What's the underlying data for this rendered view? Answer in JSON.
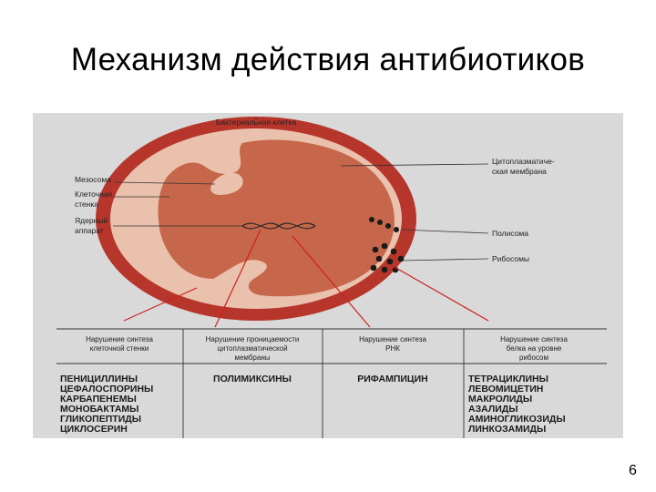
{
  "title": "Механизм действия антибиотиков",
  "page_number": "6",
  "colors": {
    "cell_wall": "#b7362c",
    "cytoplasm": "#c6664a",
    "membrane_ring": "#e9c1ac",
    "ribosome": "#1a1a1a"
  },
  "diagram": {
    "top_label": "Бактериальная клетка",
    "left_labels": [
      "Мезосома",
      "Клеточная",
      "стенка",
      "Ядерный",
      "аппарат"
    ],
    "right_labels": [
      "Цитоплазматиче-",
      "ская мембрана",
      "Полисома",
      "Рибосомы"
    ]
  },
  "columns": [
    {
      "header": [
        "Нарушение синтеза",
        "клеточной стенки"
      ],
      "drugs": [
        "ПЕНИЦИЛЛИНЫ",
        "ЦЕФАЛОСПОРИНЫ",
        "КАРБАПЕНЕМЫ",
        "МОНОБАКТАМЫ",
        "ГЛИКОПЕПТИДЫ",
        "ЦИКЛОСЕРИН"
      ]
    },
    {
      "header": [
        "Нарушение проницаемости",
        "цитоплазматической",
        "мембраны"
      ],
      "drugs": [
        "ПОЛИМИКСИНЫ"
      ]
    },
    {
      "header": [
        "Нарушение синтеза",
        "РНК"
      ],
      "drugs": [
        "РИФАМПИЦИН"
      ]
    },
    {
      "header": [
        "Нарушение синтеза",
        "белка на уровне",
        "рибосом"
      ],
      "drugs": [
        "ТЕТРАЦИКЛИНЫ",
        "ЛЕВОМИЦЕТИН",
        "МАКРОЛИДЫ",
        "АЗАЛИДЫ",
        "АМИНОГЛИКОЗИДЫ",
        "ЛИНКОЗАМИДЫ"
      ]
    }
  ]
}
